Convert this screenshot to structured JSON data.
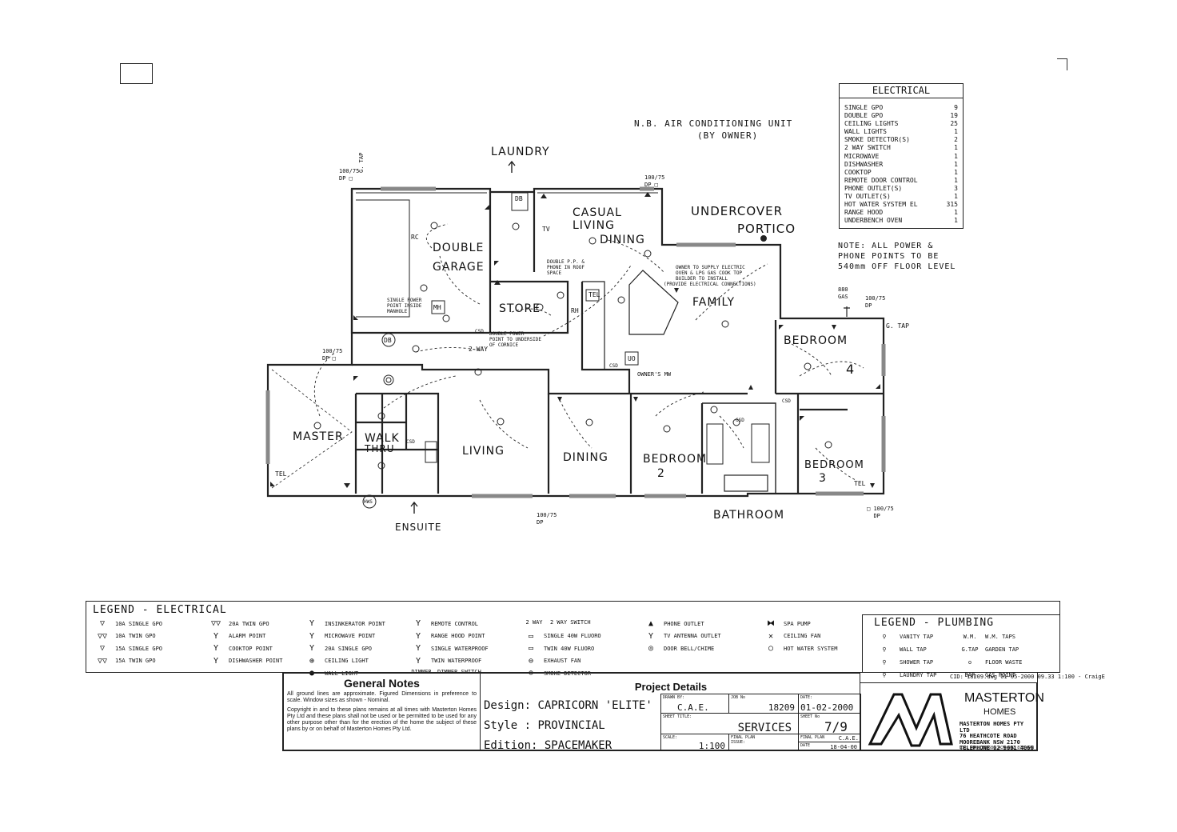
{
  "scan_marks": {
    "box": ""
  },
  "electrical_schedule": {
    "title": "ELECTRICAL",
    "rows": [
      {
        "item": "SINGLE GPO",
        "qty": "9"
      },
      {
        "item": "DOUBLE GPO",
        "qty": "19"
      },
      {
        "item": "CEILING LIGHTS",
        "qty": "25"
      },
      {
        "item": "WALL LIGHTS",
        "qty": "1"
      },
      {
        "item": "SMOKE DETECTOR(S)",
        "qty": "2"
      },
      {
        "item": "2 WAY SWITCH",
        "qty": "1"
      },
      {
        "item": "MICROWAVE",
        "qty": "1"
      },
      {
        "item": "DISHWASHER",
        "qty": "1"
      },
      {
        "item": "COOKTOP",
        "qty": "1"
      },
      {
        "item": "REMOTE DOOR CONTROL",
        "qty": "1"
      },
      {
        "item": "PHONE OUTLET(S)",
        "qty": "3"
      },
      {
        "item": "TV OUTLET(S)",
        "qty": "1"
      },
      {
        "item": "HOT WATER SYSTEM  EL",
        "qty": "315"
      },
      {
        "item": "RANGE HOOD",
        "qty": "1"
      },
      {
        "item": "UNDERBENCH OVEN",
        "qty": "1"
      }
    ]
  },
  "notes": {
    "ac_unit_line1": "N.B. AIR CONDITIONING UNIT",
    "ac_unit_line2": "(BY OWNER)",
    "power_note_line1": "NOTE: ALL POWER &",
    "power_note_line2": "PHONE POINTS TO BE",
    "power_note_line3": "540mm OFF FLOOR LEVEL",
    "owner_supply_1": "OWNER TO SUPPLY ELECTRIC",
    "owner_supply_2": "OVEN & LPG GAS COOK TOP",
    "owner_supply_3": "BUILDER TO INSTALL",
    "owner_supply_4": "(PROVIDE ELECTRICAL CONNECTIONS)",
    "double_pp_1": "DOUBLE P.P. &",
    "double_pp_2": "PHONE IN ROOF",
    "double_pp_3": "SPACE",
    "single_power_1": "SINGLE POWER",
    "single_power_2": "POINT INSIDE",
    "single_power_3": "MANHOLE",
    "double_power_1": "DOUBLE POWER",
    "double_power_2": "POINT TO UNDERSIDE",
    "double_power_3": "OF CORNICE",
    "owners_mw": "OWNER'S MW",
    "two_way": "2 WAY",
    "gas_880": "880",
    "gas": "GAS",
    "g_tap_top": "G. TAP",
    "g_tap_right": "G. TAP"
  },
  "downpipes": [
    {
      "size": "100/75",
      "tag": "DP"
    },
    {
      "size": "100/75",
      "tag": "DP"
    },
    {
      "size": "100/75",
      "tag": "DP"
    },
    {
      "size": "100/75",
      "tag": "DP"
    },
    {
      "size": "100/75",
      "tag": "DP"
    },
    {
      "size": "100/75",
      "tag": "DP"
    }
  ],
  "rooms": {
    "laundry": "LAUNDRY",
    "casual_living_1": "CASUAL",
    "casual_living_2": "LIVING",
    "casual_living_3": "DINING",
    "undercover_1": "UNDERCOVER",
    "undercover_2": "PORTICO",
    "double_garage_1": "DOUBLE",
    "double_garage_2": "GARAGE",
    "store": "STORE",
    "family": "FAMILY",
    "bedroom4_1": "BEDROOM",
    "bedroom4_2": "4",
    "master": "MASTER",
    "walk_thru_1": "WALK",
    "walk_thru_2": "THRU",
    "living": "LIVING",
    "dining": "DINING",
    "bedroom2_1": "BEDROOM",
    "bedroom2_2": "2",
    "bedroom3_1": "BEDROOM",
    "bedroom3_2": "3",
    "ensuite": "ENSUITE",
    "bathroom": "BATHROOM"
  },
  "fixtures": {
    "rc": "RC",
    "mh": "MH",
    "tv": "TV",
    "tel1": "TEL",
    "tel2": "TEL",
    "tel3": "TEL",
    "rh": "RH",
    "uo": "UO",
    "db1": "DB",
    "db2": "DB",
    "hws": "HWS",
    "csd1": "CSD",
    "csd2": "CSD",
    "csd3": "CSD",
    "csd4": "CSD",
    "gsd": "GSD"
  },
  "legend_electrical": {
    "title": "LEGEND - ELECTRICAL",
    "items": [
      {
        "sym": "▽",
        "label": "10A SINGLE GPO"
      },
      {
        "sym": "▽▽",
        "label": "10A TWIN GPO"
      },
      {
        "sym": "▽",
        "label": "15A SINGLE GPO"
      },
      {
        "sym": "▽▽",
        "label": "15A TWIN GPO"
      },
      {
        "sym": "▽▽",
        "label": "20A TWIN GPO"
      },
      {
        "sym": "Y",
        "label": "ALARM POINT"
      },
      {
        "sym": "Y",
        "label": "COOKTOP POINT"
      },
      {
        "sym": "Y",
        "label": "DISHWASHER POINT"
      },
      {
        "sym": "Y",
        "label": "INSINKERATOR POINT"
      },
      {
        "sym": "Y",
        "label": "MICROWAVE POINT"
      },
      {
        "sym": "Y",
        "label": "20A SINGLE GPO"
      },
      {
        "sym": "⊕",
        "label": "CEILING LIGHT"
      },
      {
        "sym": "●",
        "label": "WALL LIGHT"
      },
      {
        "sym": "Y",
        "label": "REMOTE CONTROL"
      },
      {
        "sym": "Y",
        "label": "RANGE HOOD POINT"
      },
      {
        "sym": "Y",
        "label": "SINGLE WATERPROOF"
      },
      {
        "sym": "Y",
        "label": "TWIN WATERPROOF"
      },
      {
        "sym": "DIMMER",
        "label": "DIMMER SWITCH"
      },
      {
        "sym": "2 WAY",
        "label": "2 WAY SWITCH"
      },
      {
        "sym": "▭",
        "label": "SINGLE 40W FLUORO"
      },
      {
        "sym": "▭",
        "label": "TWIN 40W FLUORO"
      },
      {
        "sym": "⊖",
        "label": "EXHAUST FAN"
      },
      {
        "sym": "⊚",
        "label": "SMOKE DETECTOR"
      },
      {
        "sym": "▲",
        "label": "PHONE OUTLET"
      },
      {
        "sym": "Y",
        "label": "TV ANTENNA OUTLET"
      },
      {
        "sym": "◎",
        "label": "DOOR BELL/CHIME"
      },
      {
        "sym": "⧓",
        "label": "SPA PUMP"
      },
      {
        "sym": "✕",
        "label": "CEILING FAN"
      },
      {
        "sym": "○",
        "label": "HOT WATER SYSTEM"
      }
    ]
  },
  "legend_plumbing": {
    "title": "LEGEND - PLUMBING",
    "items": [
      {
        "sym": "⚲",
        "label": "VANITY TAP"
      },
      {
        "sym": "⚲",
        "label": "WALL TAP"
      },
      {
        "sym": "⚲",
        "label": "SHOWER TAP"
      },
      {
        "sym": "⚲",
        "label": "LAUNDRY TAP"
      },
      {
        "sym": "W.M.",
        "label": "W.M. TAPS"
      },
      {
        "sym": "G.TAP",
        "label": "GARDEN TAP"
      },
      {
        "sym": "o",
        "label": "FLOOR WASTE"
      },
      {
        "sym": "BAR",
        "label": "GAS POINT"
      }
    ],
    "cad_ref": "CID: 18209.dwg  01-05-2000  09.33  1:100 - CraigE"
  },
  "general_notes": {
    "title": "General Notes",
    "p1": "All ground lines are approximate. Figured Dimensions in preference to scale. Window sizes as shown - Nominal.",
    "p2": "Copyright in and to these plans remains at all times with Masterton Homes Pty Ltd and these plans shall not be used or be permitted to be used for any other purpose other than for the erection of the home the subject of these plans by or on behalf of Masterton Homes Pty Ltd."
  },
  "project": {
    "title": "Project Details",
    "design_label": "Design:",
    "design": "CAPRICORN 'ELITE'",
    "style_label": "Style  :",
    "style": "PROVINCIAL",
    "edition_label": "Edition:",
    "edition": "SPACEMAKER",
    "drawn_by_cap": "DRAWN BY:",
    "drawn_by": "C.A.E.",
    "job_cap": "JOB No",
    "job": "18209",
    "date_cap": "DATE:",
    "date": "01-02-2000",
    "sheet_title_cap": "SHEET TITLE:",
    "sheet_title": "SERVICES",
    "sheet_no_cap": "SHEET No",
    "sheet_no": "7/9",
    "scale_cap": "SCALE:",
    "scale": "1:100",
    "final_plan_cap": "FINAL PLAN ISSUE:",
    "final_plan2_cap": "FINAL PLAN",
    "final_plan_by": "C.A.E.",
    "date2_cap": "DATE",
    "date2": "18-04-00"
  },
  "company": {
    "name1": "MASTERTON",
    "name2": "HOMES",
    "addr1": "MASTERTON HOMES PTY LTD",
    "addr2": "76 HEATHCOTE ROAD",
    "addr3": "MOOREBANK  NSW  2170",
    "addr4": "TELEPHONE 02 9601 4066",
    "lic": "Lic. No. 35858C      ACN 002 873 043"
  }
}
